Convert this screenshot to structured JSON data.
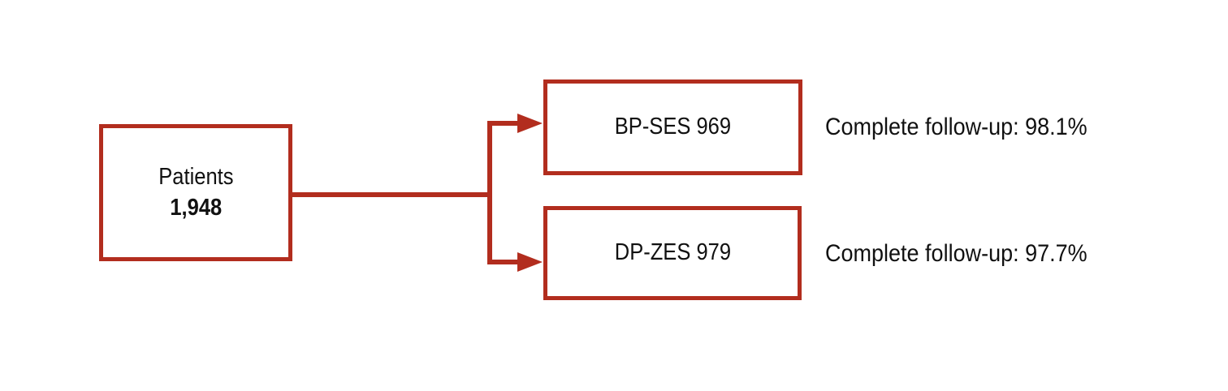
{
  "diagram": {
    "accent_color": "#B22D1E",
    "text_color": "#111111",
    "root_box": {
      "label": "Patients",
      "value": "1,948"
    },
    "branches": [
      {
        "box_label": "BP-SES 969",
        "annotation": "Complete follow-up: 98.1%"
      },
      {
        "box_label": "DP-ZES 979",
        "annotation": "Complete follow-up: 97.7%"
      }
    ]
  }
}
